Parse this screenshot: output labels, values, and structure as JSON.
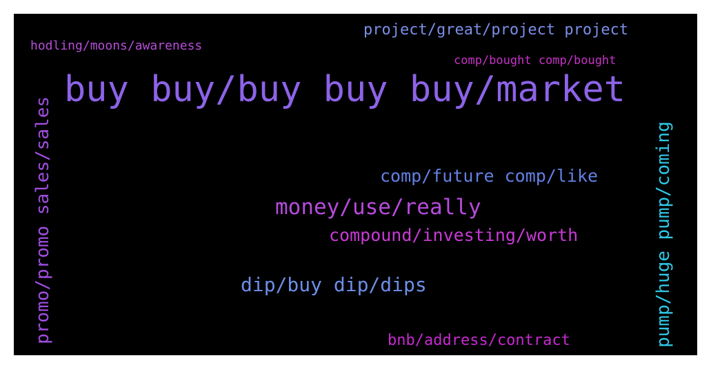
{
  "word_cloud": {
    "background": "#000000",
    "words": [
      {
        "id": "w0",
        "text": "project/great/project project",
        "color": "#7b8fe8"
      },
      {
        "id": "w1",
        "text": "hodling/moons/awareness",
        "color": "#b64ed8"
      },
      {
        "id": "w2",
        "text": "comp/bought comp/bought",
        "color": "#c832c8"
      },
      {
        "id": "w3",
        "text": "buy buy/buy buy buy/market",
        "color": "#8d63e8"
      },
      {
        "id": "w4",
        "text": "promo/promo sales/sales",
        "color": "#a04ee0",
        "orientation": "vertical"
      },
      {
        "id": "w5",
        "text": "pump/huge pump/coming",
        "color": "#2fc7e4",
        "orientation": "vertical"
      },
      {
        "id": "w6",
        "text": "comp/future comp/like",
        "color": "#6381e4"
      },
      {
        "id": "w7",
        "text": "money/use/really",
        "color": "#b64bdc"
      },
      {
        "id": "w8",
        "text": "compound/investing/worth",
        "color": "#c83ad6"
      },
      {
        "id": "w9",
        "text": "dip/buy dip/dips",
        "color": "#6e8fe8"
      },
      {
        "id": "w10",
        "text": "bnb/address/contract",
        "color": "#c62ad0"
      }
    ]
  }
}
